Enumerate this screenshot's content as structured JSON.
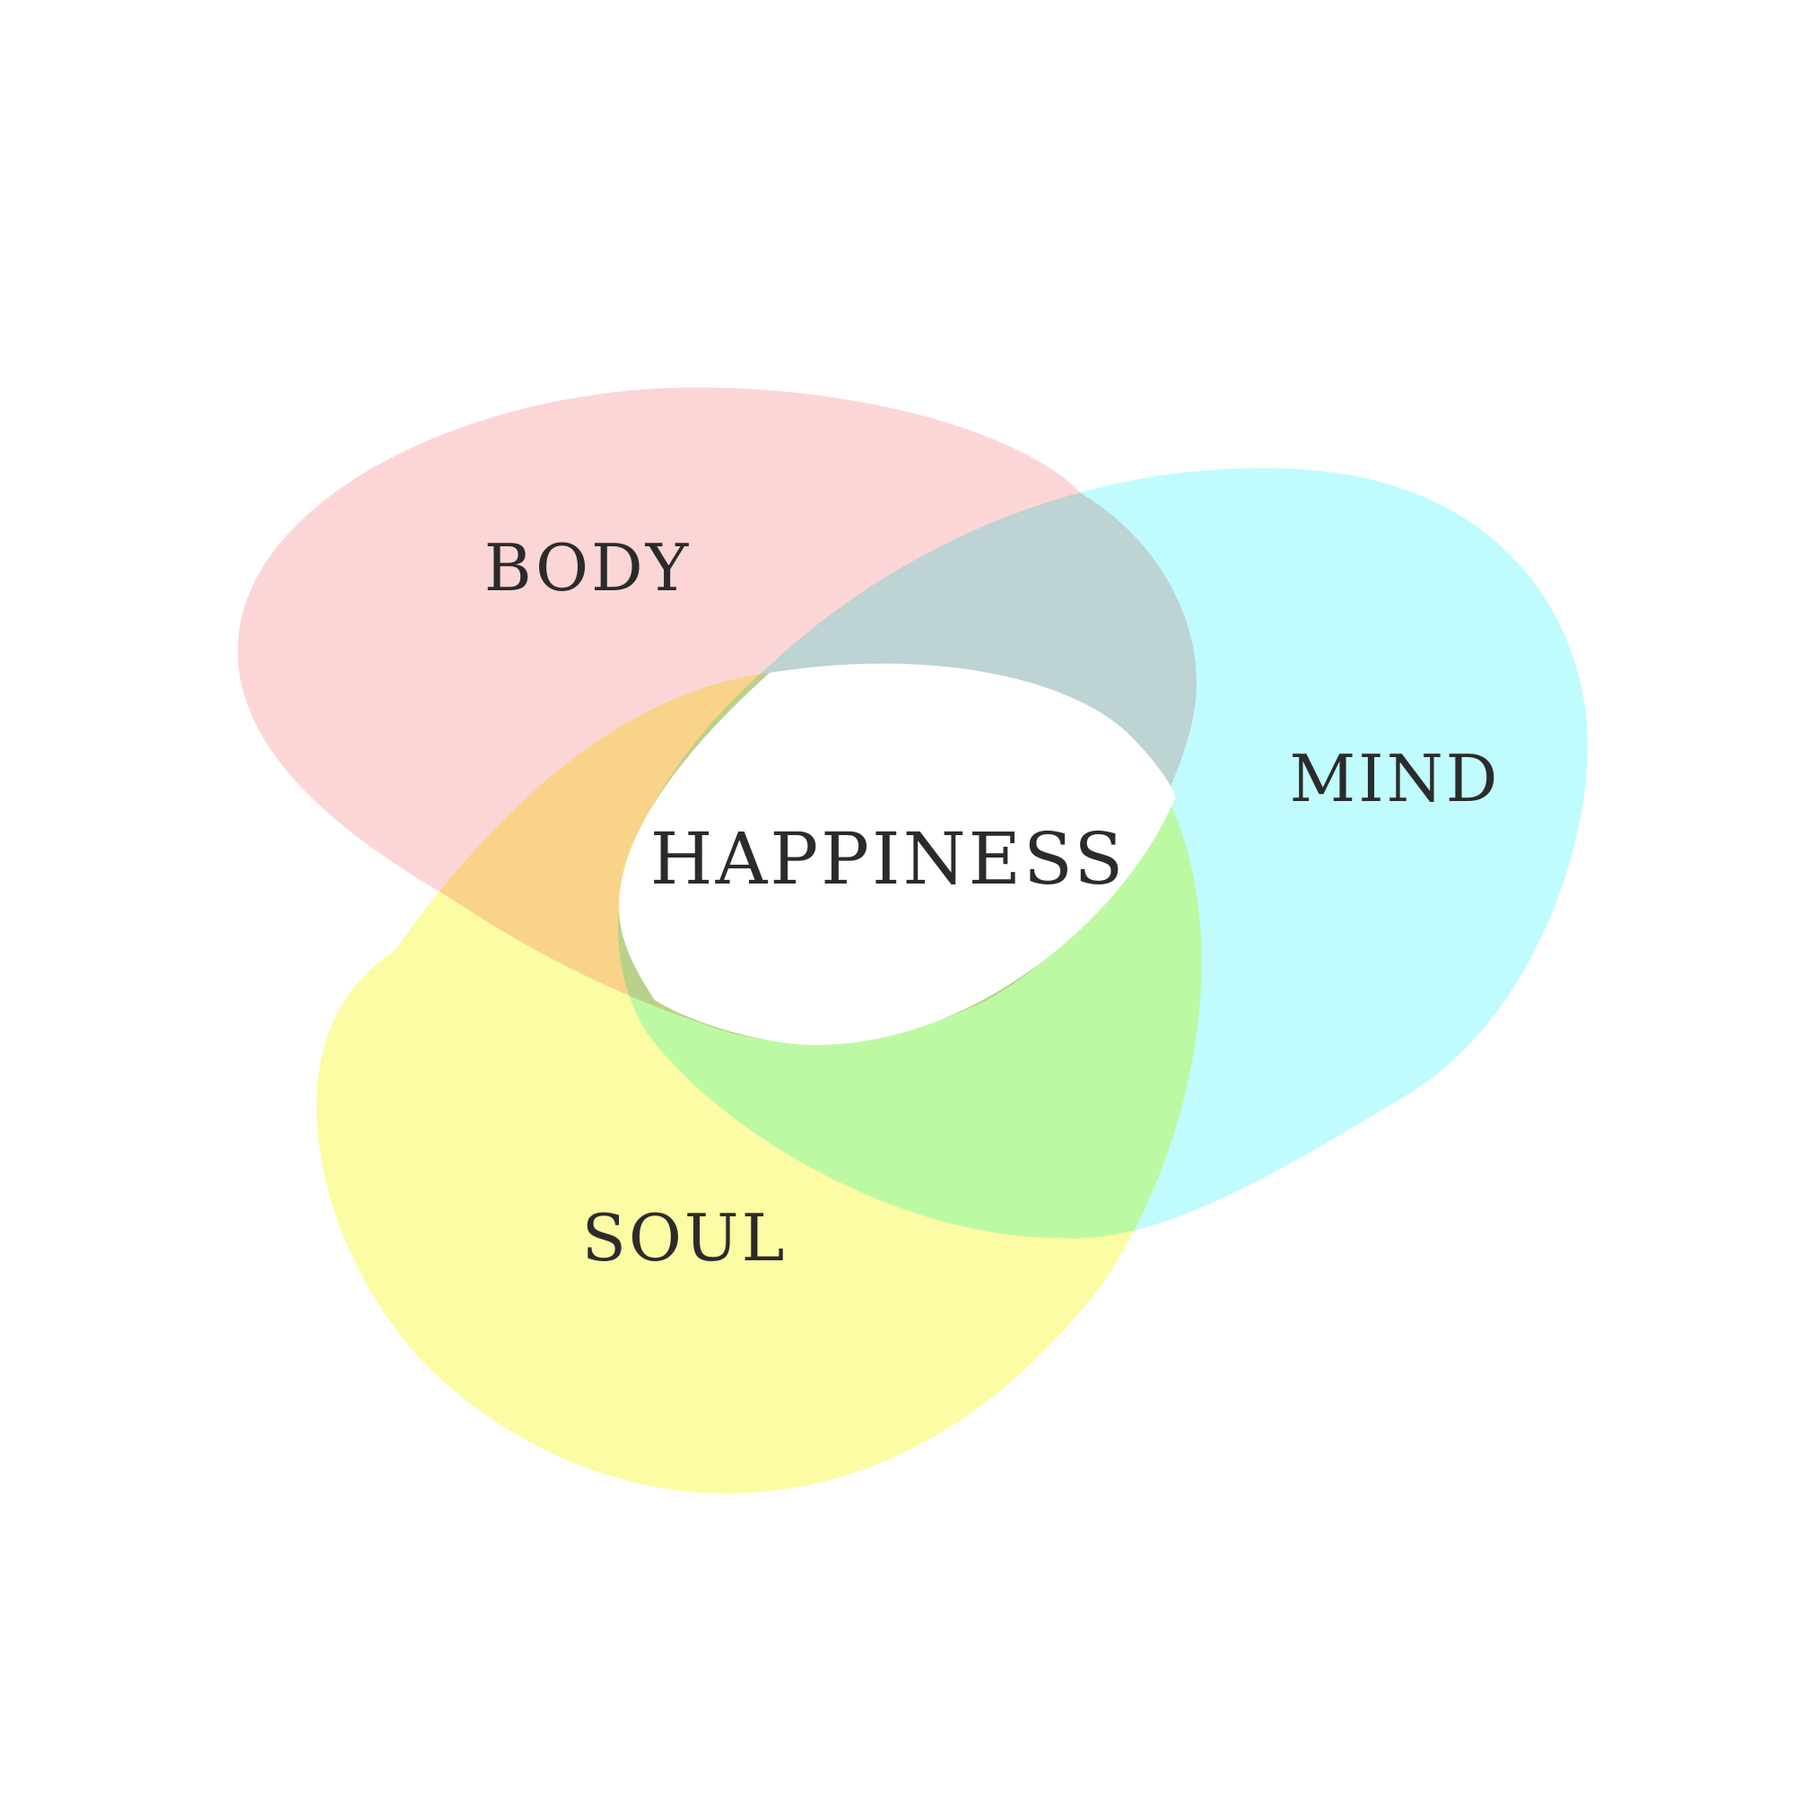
{
  "diagram": {
    "labels": {
      "body": "BODY",
      "mind": "MIND",
      "soul": "SOUL",
      "center": "HAPPINESS"
    },
    "colors": {
      "background": "#ffffff",
      "body": "#fcd6d6",
      "mind": "#c0fcfd",
      "soul": "#fcfca4",
      "text": "#2b2b2b"
    }
  }
}
